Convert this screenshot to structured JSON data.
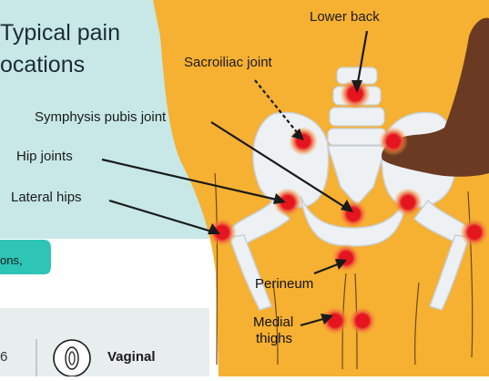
{
  "title": {
    "line1": "Typical pain",
    "line2": "ocations"
  },
  "labels": {
    "lower_back": "Lower back",
    "sacroiliac": "Sacroiliac joint",
    "symphysis": "Symphysis pubis joint",
    "hip_joints": "Hip joints",
    "lateral_hips": "Lateral hips",
    "perineum": "Perineum",
    "medial_thighs_1": "Medial",
    "medial_thighs_2": "thighs"
  },
  "pill_text": "ons,",
  "footer": {
    "number": "6",
    "vaginal": "Vaginal"
  },
  "icons": [
    "pain-spot-icon",
    "vulva-icon",
    "hand-icon"
  ],
  "colors": {
    "background_teal": "#c7e8e6",
    "body_orange": "#f6b032",
    "pain_red": "#e4151f",
    "bone": "#eef1f4",
    "pill_teal": "#2ec4b6",
    "skin": "#6b3a22"
  }
}
